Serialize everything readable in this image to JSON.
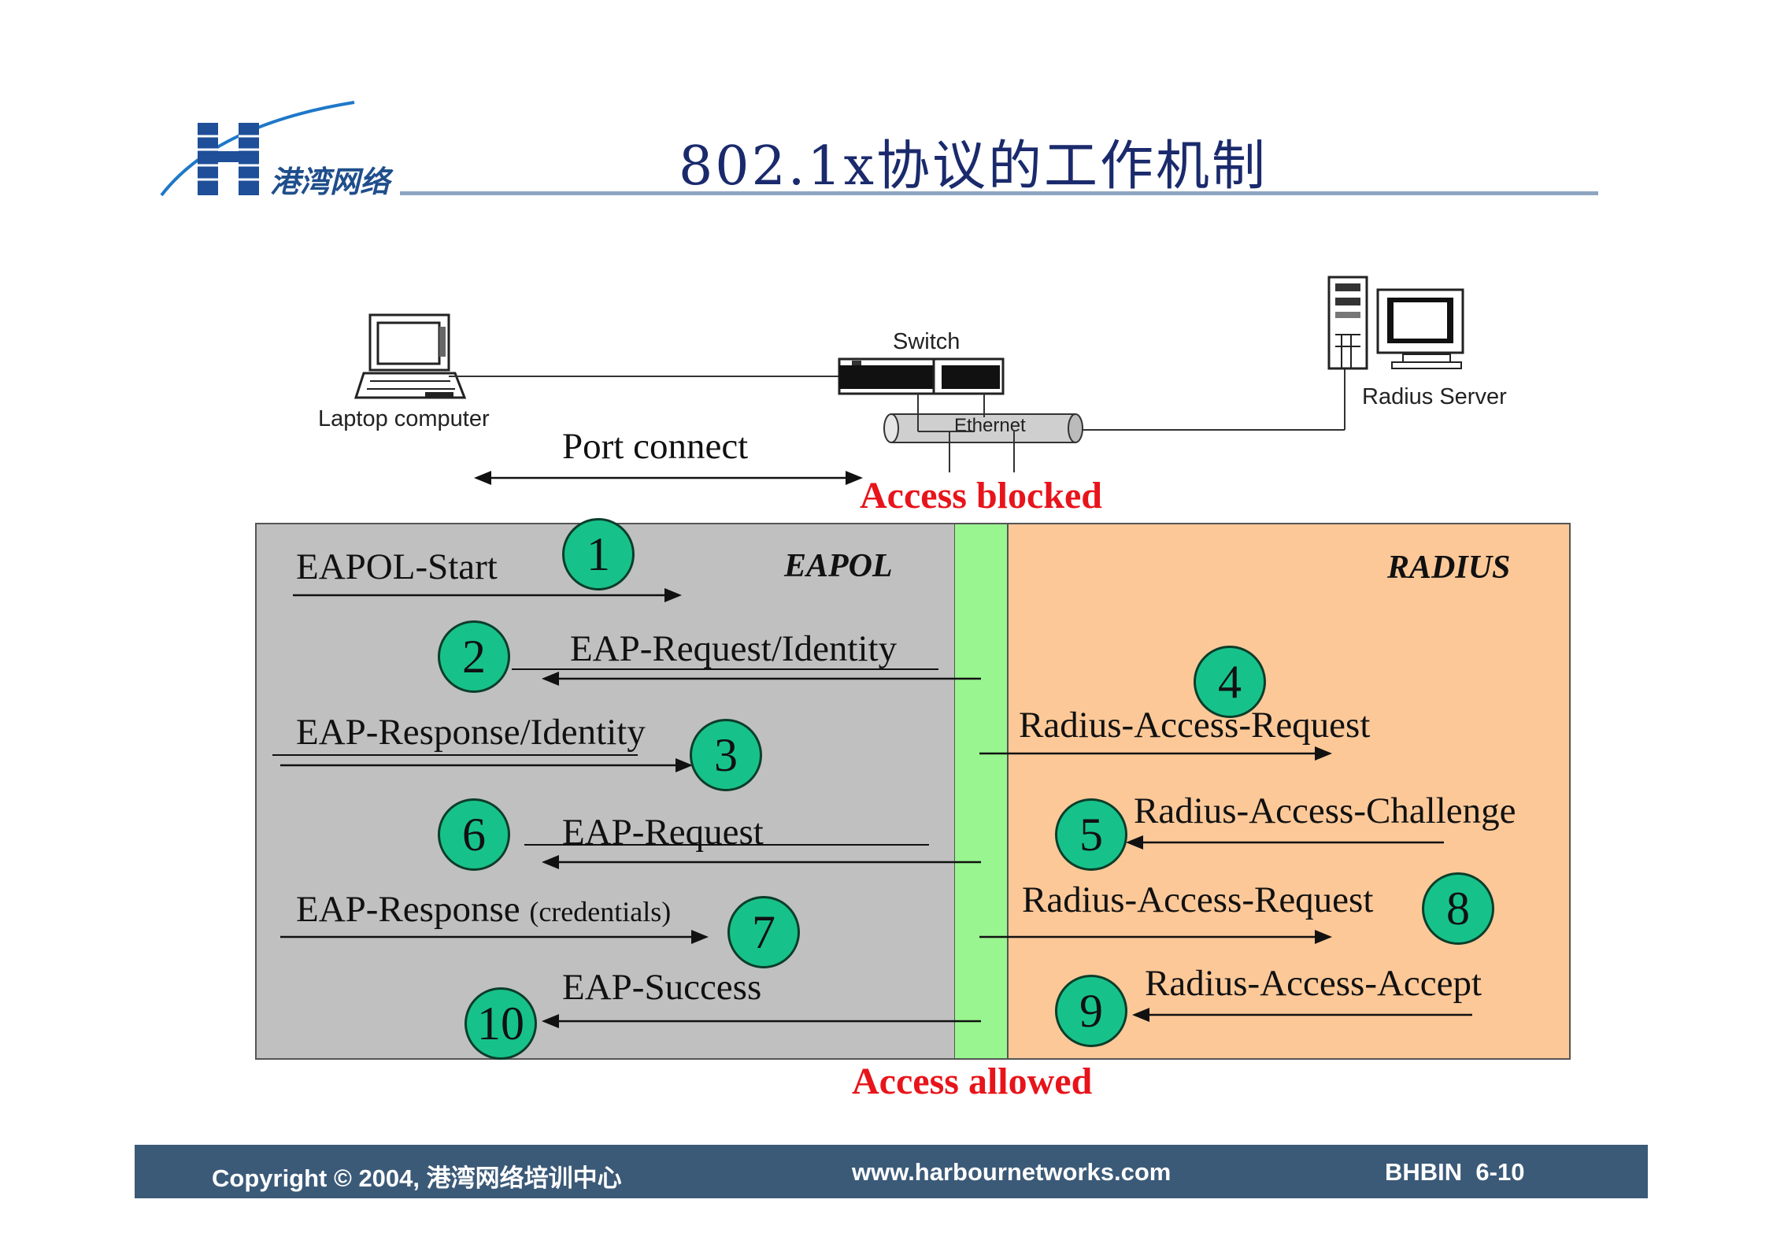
{
  "header": {
    "logo_text": "港湾网络",
    "title": "802.1x协议的工作机制"
  },
  "topology": {
    "laptop_label": "Laptop computer",
    "switch_label": "Switch",
    "ethernet_label": "Ethernet",
    "server_label": "Radius Server",
    "port_connect": "Port connect",
    "access_blocked": "Access blocked",
    "access_allowed": "Access allowed"
  },
  "regions": {
    "left_label": "EAPOL",
    "right_label": "RADIUS",
    "left_color": "#c0c0c0",
    "right_color": "#fcc898",
    "middle_color": "#99f58f"
  },
  "messages": [
    {
      "num": "1",
      "text": "EAPOL-Start"
    },
    {
      "num": "2",
      "text": "EAP-Request/Identity"
    },
    {
      "num": "3",
      "text": "EAP-Response/Identity"
    },
    {
      "num": "4",
      "text": "Radius-Access-Request"
    },
    {
      "num": "5",
      "text": "Radius-Access-Challenge"
    },
    {
      "num": "6",
      "text": "EAP-Request"
    },
    {
      "num": "7",
      "text": "EAP-Response",
      "suffix": "(credentials)"
    },
    {
      "num": "8",
      "text": "Radius-Access-Request"
    },
    {
      "num": "9",
      "text": "Radius-Access-Accept"
    },
    {
      "num": "10",
      "text": "EAP-Success"
    }
  ],
  "footer": {
    "copyright": "Copyright © 2004, 港湾网络培训中心",
    "website": "www.harbournetworks.com",
    "page": "BHBIN  6-10",
    "color": "#3b5a78"
  }
}
